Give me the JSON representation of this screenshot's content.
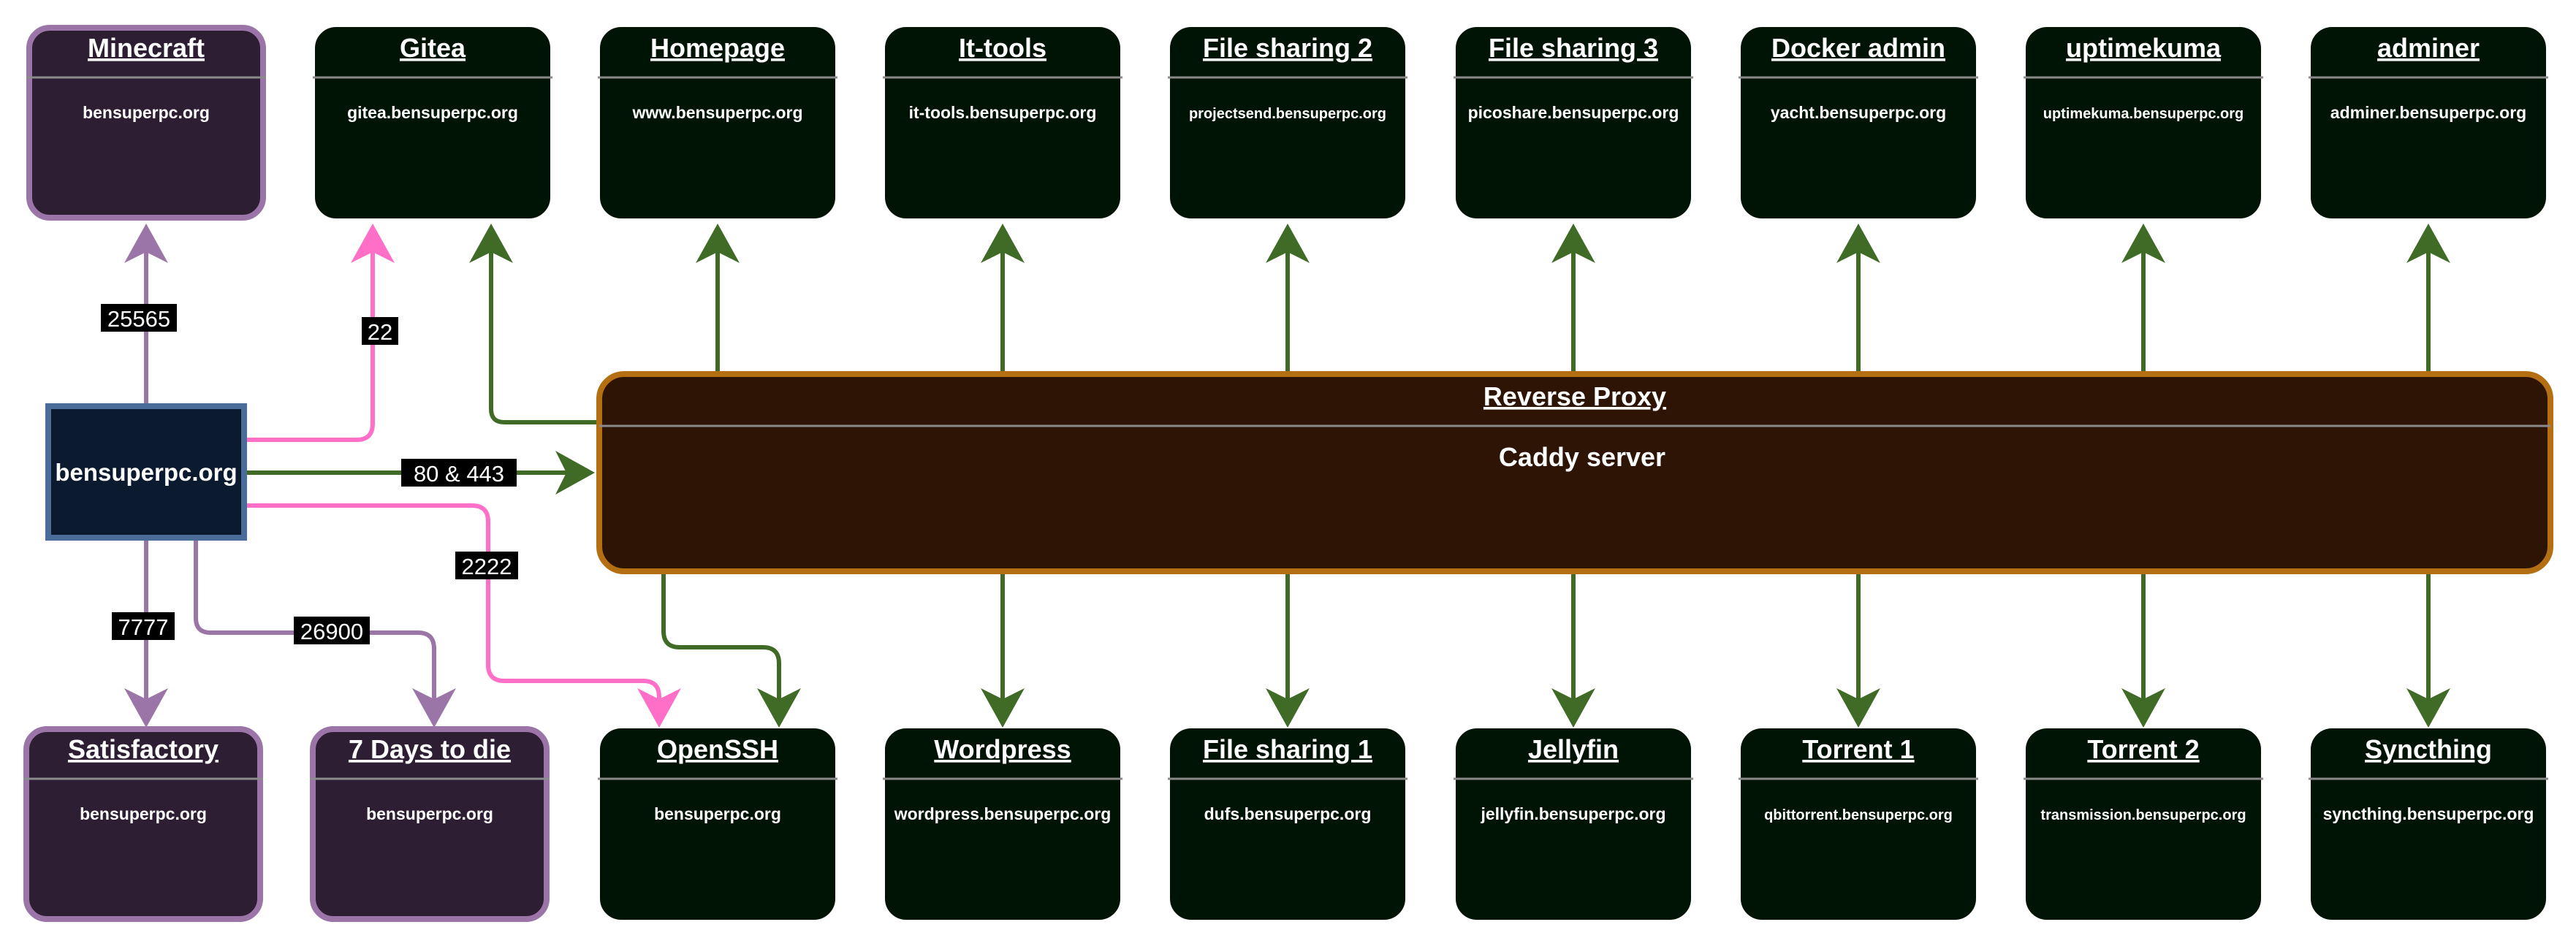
{
  "colors": {
    "green_box_fill": "#001405",
    "purple_box_fill": "#2e1e33",
    "purple_box_stroke": "#9b74a8",
    "main_fill": "#0b1a2e",
    "main_stroke": "#4a6c99",
    "proxy_fill": "#2e1405",
    "proxy_stroke": "#b46f12",
    "green_arrow": "#3f6b26",
    "pink_arrow": "#ff6ec7",
    "purple_arrow": "#9b74a8",
    "label_bg": "#000000"
  },
  "main": {
    "label": "bensuperpc.org"
  },
  "proxy": {
    "title": "Reverse Proxy",
    "subtitle": "Caddy server"
  },
  "top_boxes": [
    {
      "title": "Minecraft",
      "host": "bensuperpc.org",
      "style": "purple"
    },
    {
      "title": "Gitea",
      "host": "gitea.bensuperpc.org",
      "style": "green"
    },
    {
      "title": "Homepage",
      "host": "www.bensuperpc.org",
      "style": "green"
    },
    {
      "title": "It-tools",
      "host": "it-tools.bensuperpc.org",
      "style": "green"
    },
    {
      "title": "File sharing 2",
      "host": "projectsend.bensuperpc.org",
      "style": "green"
    },
    {
      "title": "File sharing 3",
      "host": "picoshare.bensuperpc.org",
      "style": "green"
    },
    {
      "title": "Docker admin",
      "host": "yacht.bensuperpc.org",
      "style": "green"
    },
    {
      "title": "uptimekuma",
      "host": "uptimekuma.bensuperpc.org",
      "style": "green"
    },
    {
      "title": "adminer",
      "host": "adminer.bensuperpc.org",
      "style": "green"
    }
  ],
  "bottom_boxes": [
    {
      "title": "Satisfactory",
      "host": "bensuperpc.org",
      "style": "purple"
    },
    {
      "title": "7 Days to die",
      "host": "bensuperpc.org",
      "style": "purple"
    },
    {
      "title": "OpenSSH",
      "host": "bensuperpc.org",
      "style": "green"
    },
    {
      "title": "Wordpress",
      "host": "wordpress.bensuperpc.org",
      "style": "green"
    },
    {
      "title": "File sharing 1",
      "host": "dufs.bensuperpc.org",
      "style": "green"
    },
    {
      "title": "Jellyfin",
      "host": "jellyfin.bensuperpc.org",
      "style": "green"
    },
    {
      "title": "Torrent 1",
      "host": "qbittorrent.bensuperpc.org",
      "style": "green"
    },
    {
      "title": "Torrent 2",
      "host": "transmission.bensuperpc.org",
      "style": "green"
    },
    {
      "title": "Syncthing",
      "host": "syncthing.bensuperpc.org",
      "style": "green"
    }
  ],
  "port_labels": {
    "minecraft": "25565",
    "gitea_ssh": "22",
    "proxy": "80 & 443",
    "openssh": "2222",
    "satisfactory": "7777",
    "seven_days": "26900"
  }
}
